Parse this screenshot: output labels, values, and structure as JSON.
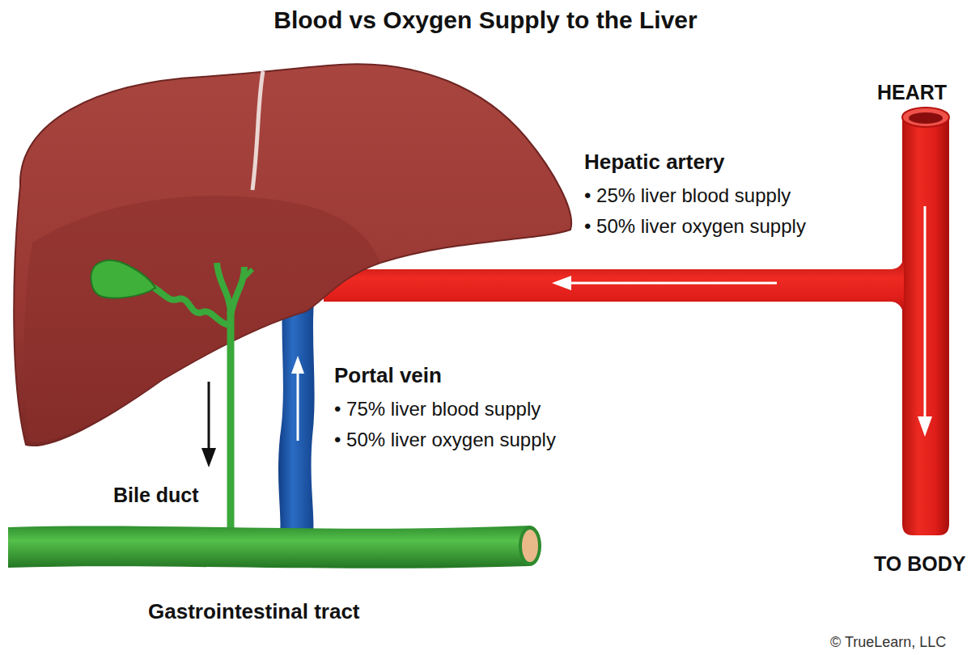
{
  "diagram": {
    "title": "Blood vs Oxygen Supply to the Liver",
    "labels": [
      "HEART",
      "Hepatic artery",
      "• 25% liver blood supply",
      "• 50% liver oxygen supply",
      "Portal vein",
      "• 75% liver blood supply",
      "• 50% liver oxygen supply",
      "Bile duct",
      "TO BODY",
      "Gastrointestinal tract",
      "© TrueLearn, LLC"
    ]
  }
}
